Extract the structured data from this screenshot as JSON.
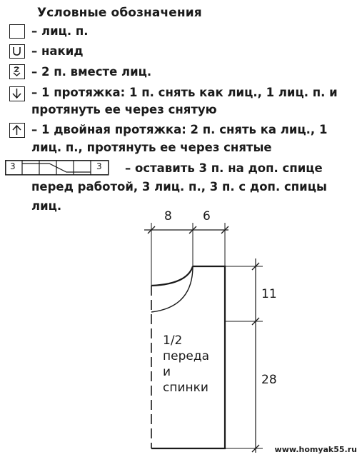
{
  "legend": {
    "title": "Условные обозначения",
    "items": [
      {
        "icon": "empty-square-icon",
        "lines": [
          "– лиц. п."
        ]
      },
      {
        "icon": "yarn-over-icon",
        "lines": [
          "– накид"
        ]
      },
      {
        "icon": "k2tog-icon",
        "lines": [
          "– 2 п. вместе лиц."
        ]
      },
      {
        "icon": "slip-knit-pass-icon",
        "lines": [
          "– 1 протяжка: 1 п. снять как лиц., 1 лиц. п. и",
          "протянуть ее через снятую"
        ]
      },
      {
        "icon": "double-slip-pass-icon",
        "lines": [
          "– 1 двойная протяжка: 2 п. снять ка лиц., 1",
          "лиц. п., протянуть ее через снятые"
        ]
      },
      {
        "icon": "cable-cross-icon",
        "lines": [
          "– оставить 3 п. на доп. спице",
          "перед работой, 3 лиц. п., 3 п. с доп. спицы",
          "лиц."
        ],
        "symbol_numbers": [
          "3",
          "3"
        ]
      }
    ]
  },
  "diagram": {
    "top_dims": [
      "8",
      "6"
    ],
    "right_dims": [
      "11",
      "28"
    ],
    "panel_label": [
      "1/2",
      "переда",
      "и",
      "спинки"
    ]
  },
  "watermark": "www.homyak55.ru"
}
